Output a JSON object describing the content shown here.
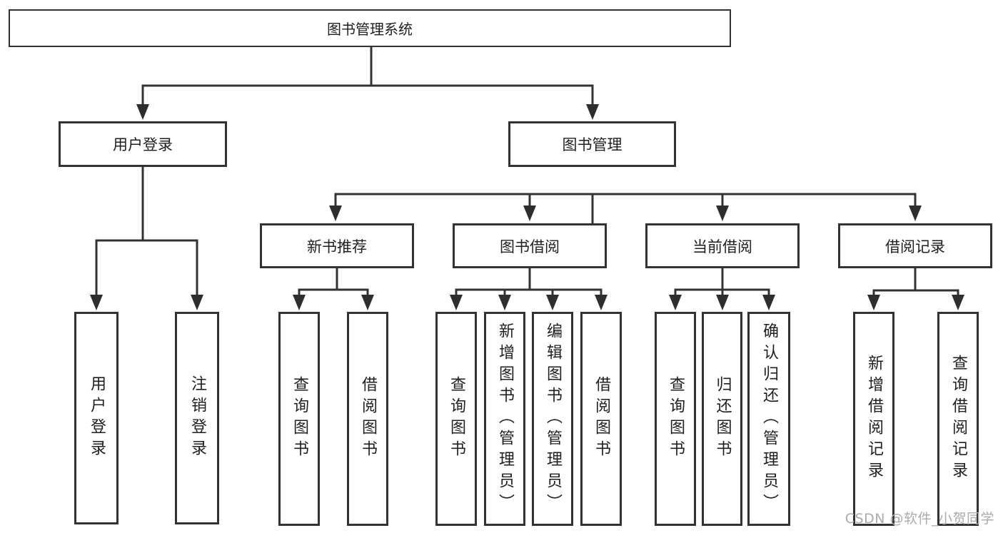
{
  "diagram": {
    "nodes": {
      "root": "图书管理系统",
      "level2": [
        "用户登录",
        "图书管理"
      ],
      "level3": [
        "新书推荐",
        "图书借阅",
        "当前借阅",
        "借阅记录"
      ],
      "leaves_user_login": [
        "用户登录",
        "注销登录"
      ],
      "leaves_new_book": [
        "查询图书",
        "借阅图书"
      ],
      "leaves_book_borrow": [
        "查询图书",
        "新增图书（管理员）",
        "编辑图书（管理员）",
        "借阅图书"
      ],
      "leaves_current_borrow": [
        "查询图书",
        "归还图书",
        "确认归还（管理员）"
      ],
      "leaves_borrow_records": [
        "新增借阅记录",
        "查询借阅记录"
      ]
    },
    "colors": {
      "line": "#333333",
      "arrow": "#2e2e2e",
      "text": "#1f1f1f",
      "border": "#333333",
      "background": "#ffffff",
      "watermark": "#ababab"
    }
  },
  "watermark": "CSDN @软件_小贺同学"
}
